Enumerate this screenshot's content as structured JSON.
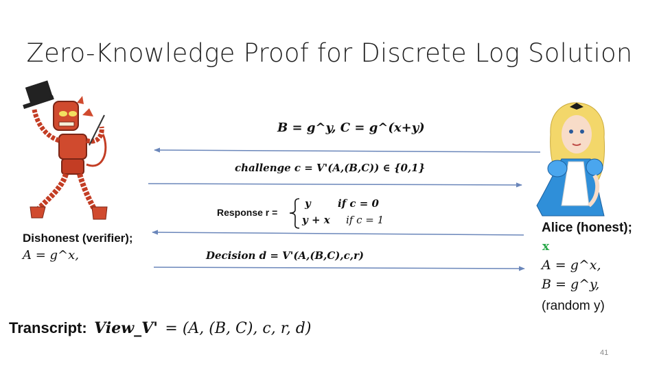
{
  "slide": {
    "title": "Zero-Knowledge Proof for Discrete Log Solution",
    "page_number": "41"
  },
  "messages": {
    "m1": "B = g^y, C = g^(x+y)",
    "m2": "challenge c = V'(A,(B,C)) ∈ {0,1}",
    "m3_label": "Response r =",
    "m3_case1_val": "y",
    "m3_case1_cond": "if c = 0",
    "m3_case2_val": "y + x",
    "m3_case2_cond": "if c = 1",
    "m4": "Decision d = V'(A,(B,C),c,r)"
  },
  "verifier": {
    "label": "Dishonest (verifier);",
    "knows": "A = g^x,"
  },
  "prover": {
    "label": "Alice (honest);",
    "secret": "x",
    "a_line": "A = g^x,",
    "b_line": "B = g^y,",
    "random_note": "(random y)"
  },
  "transcript": {
    "label": "Transcript:",
    "view": "View_V'",
    "tuple": "= (A, (B, C), c, r, d)"
  }
}
